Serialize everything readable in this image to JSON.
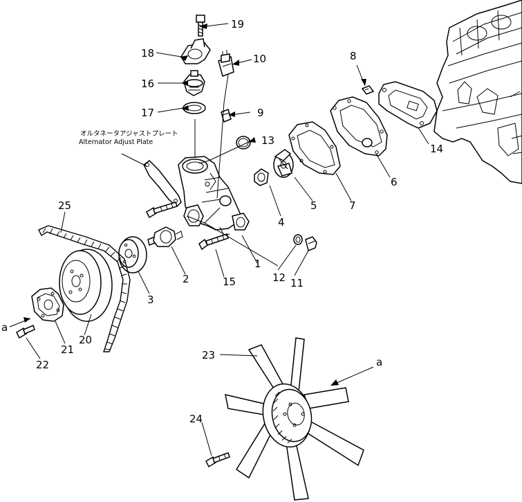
{
  "caption": {
    "japanese": "オルタネータアジャストプレート",
    "english": "Alternator Adjust Plate"
  },
  "callouts": [
    "1",
    "2",
    "3",
    "4",
    "5",
    "6",
    "7",
    "8",
    "9",
    "10",
    "11",
    "12",
    "13",
    "14",
    "15",
    "16",
    "17",
    "18",
    "19",
    "20",
    "21",
    "22",
    "23",
    "24",
    "25"
  ],
  "reference_marks": [
    "a",
    "a"
  ]
}
